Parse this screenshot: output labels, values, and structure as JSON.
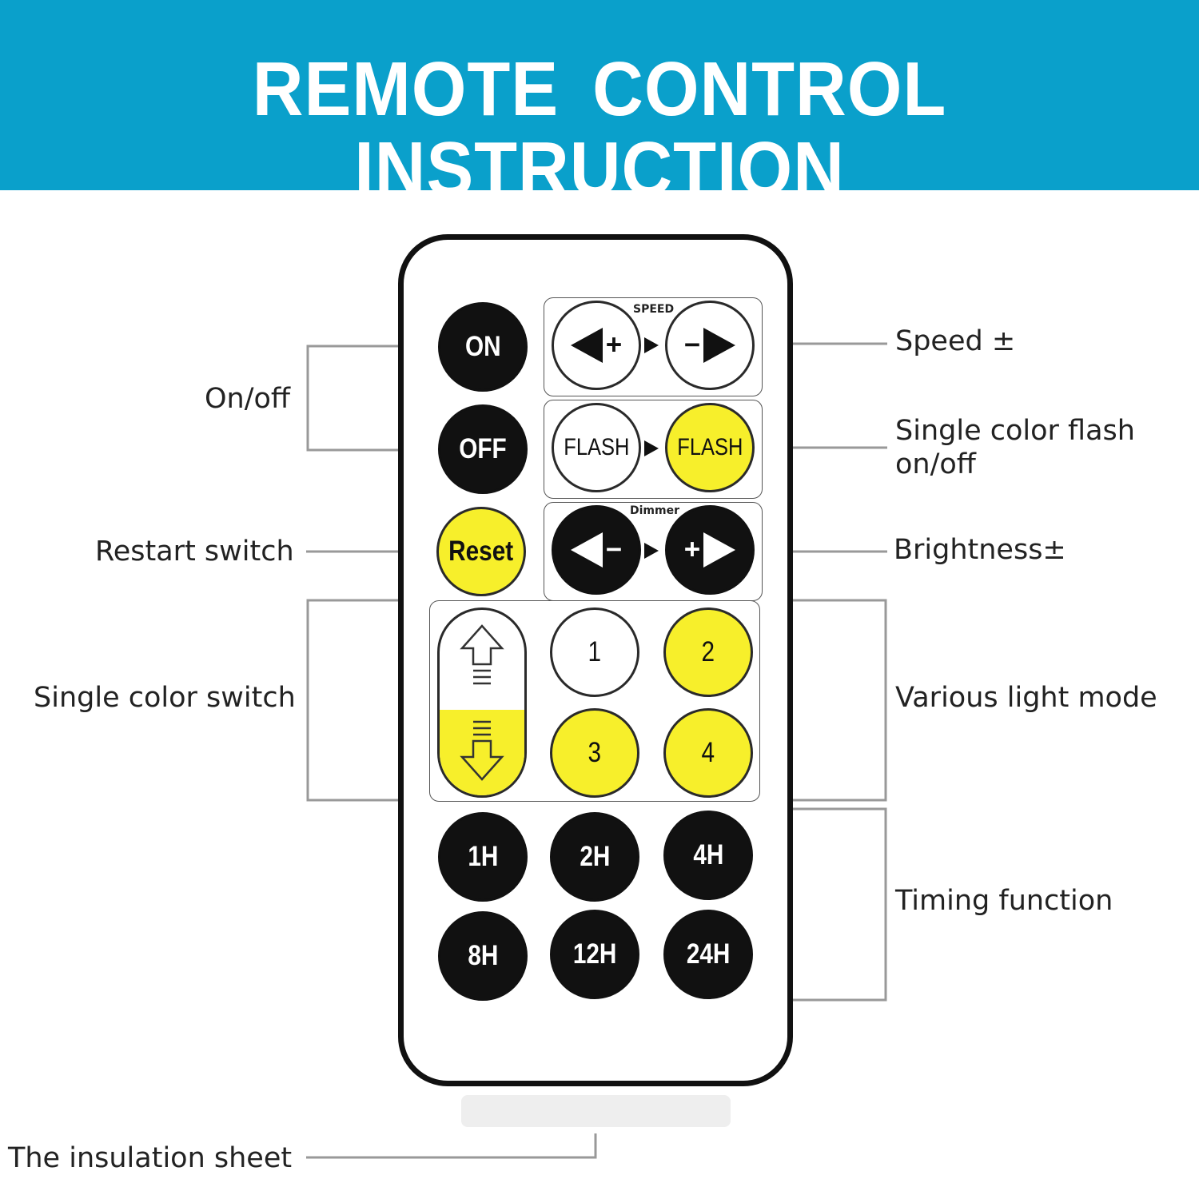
{
  "header": {
    "title": "REMOTE  CONTROL  INSTRUCTION"
  },
  "labels": {
    "on_off": "On/off",
    "restart": "Restart switch",
    "single_color_switch": "Single color switch",
    "insulation": "The insulation sheet",
    "speed": "Speed ±",
    "flash_line1": "Single color flash",
    "flash_line2": "on/off",
    "brightness": "Brightness±",
    "light_mode": "Various light mode",
    "timing": "Timing function"
  },
  "remote": {
    "speed_label": "SPEED",
    "dimmer_label": "Dimmer",
    "buttons": {
      "on": "ON",
      "off": "OFF",
      "reset": "Reset",
      "speed_plus": "+",
      "speed_minus": "−",
      "flash_off": "FLASH",
      "flash_on": "FLASH",
      "dim_minus": "−",
      "dim_plus": "+",
      "mode1": "1",
      "mode2": "2",
      "mode3": "3",
      "mode4": "4",
      "t1": "1H",
      "t2": "2H",
      "t4": "4H",
      "t8": "8H",
      "t12": "12H",
      "t24": "24H"
    }
  },
  "colors": {
    "banner": "#0aa0cb",
    "yellow": "#f7ef2b",
    "black": "#111111",
    "line": "#999999"
  }
}
